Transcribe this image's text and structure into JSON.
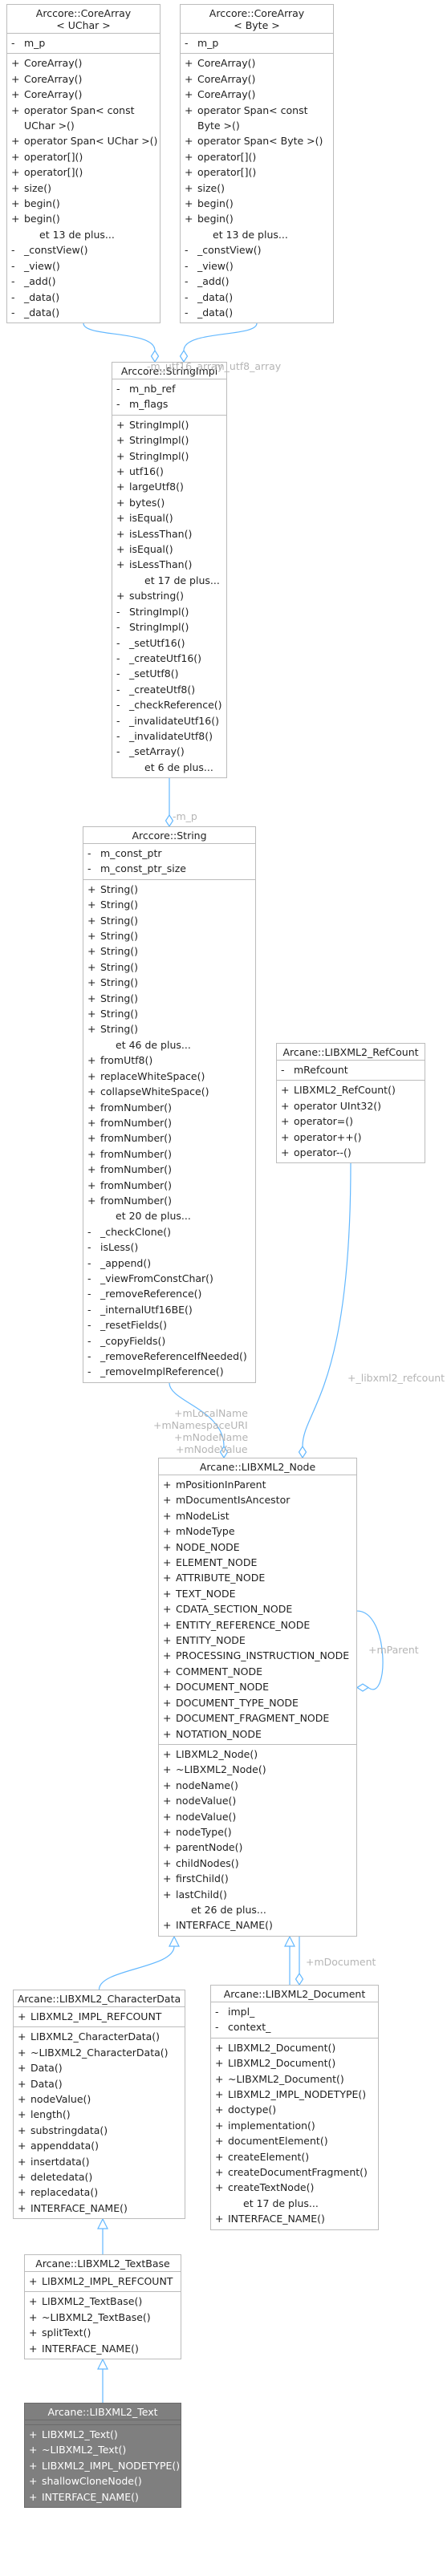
{
  "classes": {
    "corearray_uchar": {
      "title_lines": [
        "Arccore::CoreArray",
        "< UChar >"
      ],
      "attributes": [
        [
          "-",
          "m_p"
        ]
      ],
      "methods": [
        [
          "+",
          "CoreArray()"
        ],
        [
          "+",
          "CoreArray()"
        ],
        [
          "+",
          "CoreArray()"
        ],
        [
          "+",
          "operator Span< const"
        ],
        [
          "",
          "UChar >()"
        ],
        [
          "+",
          "operator Span< UChar >()"
        ],
        [
          "+",
          "operator[]()"
        ],
        [
          "+",
          "operator[]()"
        ],
        [
          "+",
          "size()"
        ],
        [
          "+",
          "begin()"
        ],
        [
          "+",
          "begin()"
        ],
        [
          "more",
          "et 13 de plus..."
        ],
        [
          "-",
          "_constView()"
        ],
        [
          "-",
          "_view()"
        ],
        [
          "-",
          "_add()"
        ],
        [
          "-",
          "_data()"
        ],
        [
          "-",
          "_data()"
        ]
      ]
    },
    "corearray_byte": {
      "title_lines": [
        "Arccore::CoreArray",
        "< Byte >"
      ],
      "attributes": [
        [
          "-",
          "m_p"
        ]
      ],
      "methods": [
        [
          "+",
          "CoreArray()"
        ],
        [
          "+",
          "CoreArray()"
        ],
        [
          "+",
          "CoreArray()"
        ],
        [
          "+",
          "operator Span< const"
        ],
        [
          "",
          "Byte >()"
        ],
        [
          "+",
          "operator Span< Byte >()"
        ],
        [
          "+",
          "operator[]()"
        ],
        [
          "+",
          "operator[]()"
        ],
        [
          "+",
          "size()"
        ],
        [
          "+",
          "begin()"
        ],
        [
          "+",
          "begin()"
        ],
        [
          "more",
          "et 13 de plus..."
        ],
        [
          "-",
          "_constView()"
        ],
        [
          "-",
          "_view()"
        ],
        [
          "-",
          "_add()"
        ],
        [
          "-",
          "_data()"
        ],
        [
          "-",
          "_data()"
        ]
      ]
    },
    "stringimpl": {
      "title_lines": [
        "Arccore::StringImpl"
      ],
      "attributes": [
        [
          "-",
          "m_nb_ref"
        ],
        [
          "-",
          "m_flags"
        ]
      ],
      "methods": [
        [
          "+",
          "StringImpl()"
        ],
        [
          "+",
          "StringImpl()"
        ],
        [
          "+",
          "StringImpl()"
        ],
        [
          "+",
          "utf16()"
        ],
        [
          "+",
          "largeUtf8()"
        ],
        [
          "+",
          "bytes()"
        ],
        [
          "+",
          "isEqual()"
        ],
        [
          "+",
          "isLessThan()"
        ],
        [
          "+",
          "isEqual()"
        ],
        [
          "+",
          "isLessThan()"
        ],
        [
          "more",
          "et 17 de plus..."
        ],
        [
          "+",
          "substring()"
        ],
        [
          "-",
          "StringImpl()"
        ],
        [
          "-",
          "StringImpl()"
        ],
        [
          "-",
          "_setUtf16()"
        ],
        [
          "-",
          "_createUtf16()"
        ],
        [
          "-",
          "_setUtf8()"
        ],
        [
          "-",
          "_createUtf8()"
        ],
        [
          "-",
          "_checkReference()"
        ],
        [
          "-",
          "_invalidateUtf16()"
        ],
        [
          "-",
          "_invalidateUtf8()"
        ],
        [
          "-",
          "_setArray()"
        ],
        [
          "more",
          "et 6 de plus..."
        ]
      ]
    },
    "string": {
      "title_lines": [
        "Arccore::String"
      ],
      "attributes": [
        [
          "-",
          "m_const_ptr"
        ],
        [
          "-",
          "m_const_ptr_size"
        ]
      ],
      "methods": [
        [
          "+",
          "String()"
        ],
        [
          "+",
          "String()"
        ],
        [
          "+",
          "String()"
        ],
        [
          "+",
          "String()"
        ],
        [
          "+",
          "String()"
        ],
        [
          "+",
          "String()"
        ],
        [
          "+",
          "String()"
        ],
        [
          "+",
          "String()"
        ],
        [
          "+",
          "String()"
        ],
        [
          "+",
          "String()"
        ],
        [
          "more",
          "et 46 de plus..."
        ],
        [
          "+",
          "fromUtf8()"
        ],
        [
          "+",
          "replaceWhiteSpace()"
        ],
        [
          "+",
          "collapseWhiteSpace()"
        ],
        [
          "+",
          "fromNumber()"
        ],
        [
          "+",
          "fromNumber()"
        ],
        [
          "+",
          "fromNumber()"
        ],
        [
          "+",
          "fromNumber()"
        ],
        [
          "+",
          "fromNumber()"
        ],
        [
          "+",
          "fromNumber()"
        ],
        [
          "+",
          "fromNumber()"
        ],
        [
          "more",
          "et 20 de plus..."
        ],
        [
          "-",
          "_checkClone()"
        ],
        [
          "-",
          "isLess()"
        ],
        [
          "-",
          "_append()"
        ],
        [
          "-",
          "_viewFromConstChar()"
        ],
        [
          "-",
          "_removeReference()"
        ],
        [
          "-",
          "_internalUtf16BE()"
        ],
        [
          "-",
          "_resetFields()"
        ],
        [
          "-",
          "_copyFields()"
        ],
        [
          "-",
          "_removeReferenceIfNeeded()"
        ],
        [
          "-",
          "_removeImplReference()"
        ]
      ]
    },
    "refcount": {
      "title_lines": [
        "Arcane::LIBXML2_RefCount"
      ],
      "attributes": [
        [
          "-",
          "mRefcount"
        ]
      ],
      "methods": [
        [
          "+",
          "LIBXML2_RefCount()"
        ],
        [
          "+",
          "operator UInt32()"
        ],
        [
          "+",
          "operator=()"
        ],
        [
          "+",
          "operator++()"
        ],
        [
          "+",
          "operator--()"
        ]
      ]
    },
    "node": {
      "title_lines": [
        "Arcane::LIBXML2_Node"
      ],
      "attributes": [
        [
          "+",
          "mPositionInParent"
        ],
        [
          "+",
          "mDocumentIsAncestor"
        ],
        [
          "+",
          "mNodeList"
        ],
        [
          "+",
          "mNodeType"
        ],
        [
          "+",
          "NODE_NODE"
        ],
        [
          "+",
          "ELEMENT_NODE"
        ],
        [
          "+",
          "ATTRIBUTE_NODE"
        ],
        [
          "+",
          "TEXT_NODE"
        ],
        [
          "+",
          "CDATA_SECTION_NODE"
        ],
        [
          "+",
          "ENTITY_REFERENCE_NODE"
        ],
        [
          "+",
          "ENTITY_NODE"
        ],
        [
          "+",
          "PROCESSING_INSTRUCTION_NODE"
        ],
        [
          "+",
          "COMMENT_NODE"
        ],
        [
          "+",
          "DOCUMENT_NODE"
        ],
        [
          "+",
          "DOCUMENT_TYPE_NODE"
        ],
        [
          "+",
          "DOCUMENT_FRAGMENT_NODE"
        ],
        [
          "+",
          "NOTATION_NODE"
        ]
      ],
      "methods": [
        [
          "+",
          "LIBXML2_Node()"
        ],
        [
          "+",
          "~LIBXML2_Node()"
        ],
        [
          "+",
          "nodeName()"
        ],
        [
          "+",
          "nodeValue()"
        ],
        [
          "+",
          "nodeValue()"
        ],
        [
          "+",
          "nodeType()"
        ],
        [
          "+",
          "parentNode()"
        ],
        [
          "+",
          "childNodes()"
        ],
        [
          "+",
          "firstChild()"
        ],
        [
          "+",
          "lastChild()"
        ],
        [
          "more",
          "et 26 de plus..."
        ],
        [
          "+",
          "INTERFACE_NAME()"
        ]
      ]
    },
    "characterdata": {
      "title_lines": [
        "Arcane::LIBXML2_CharacterData"
      ],
      "attributes": [
        [
          "+",
          "LIBXML2_IMPL_REFCOUNT"
        ]
      ],
      "methods": [
        [
          "+",
          "LIBXML2_CharacterData()"
        ],
        [
          "+",
          "~LIBXML2_CharacterData()"
        ],
        [
          "+",
          "Data()"
        ],
        [
          "+",
          "Data()"
        ],
        [
          "+",
          "nodeValue()"
        ],
        [
          "+",
          "length()"
        ],
        [
          "+",
          "substringdata()"
        ],
        [
          "+",
          "appenddata()"
        ],
        [
          "+",
          "insertdata()"
        ],
        [
          "+",
          "deletedata()"
        ],
        [
          "+",
          "replacedata()"
        ],
        [
          "+",
          "INTERFACE_NAME()"
        ]
      ]
    },
    "document": {
      "title_lines": [
        "Arcane::LIBXML2_Document"
      ],
      "attributes": [
        [
          "-",
          "impl_"
        ],
        [
          "-",
          "context_"
        ]
      ],
      "methods": [
        [
          "+",
          "LIBXML2_Document()"
        ],
        [
          "+",
          "LIBXML2_Document()"
        ],
        [
          "+",
          "~LIBXML2_Document()"
        ],
        [
          "+",
          "LIBXML2_IMPL_NODETYPE()"
        ],
        [
          "+",
          "doctype()"
        ],
        [
          "+",
          "implementation()"
        ],
        [
          "+",
          "documentElement()"
        ],
        [
          "+",
          "createElement()"
        ],
        [
          "+",
          "createDocumentFragment()"
        ],
        [
          "+",
          "createTextNode()"
        ],
        [
          "more",
          "et 17 de plus..."
        ],
        [
          "+",
          "INTERFACE_NAME()"
        ]
      ]
    },
    "textbase": {
      "title_lines": [
        "Arcane::LIBXML2_TextBase"
      ],
      "attributes": [
        [
          "+",
          "LIBXML2_IMPL_REFCOUNT"
        ]
      ],
      "methods": [
        [
          "+",
          "LIBXML2_TextBase()"
        ],
        [
          "+",
          "~LIBXML2_TextBase()"
        ],
        [
          "+",
          "splitText()"
        ],
        [
          "+",
          "INTERFACE_NAME()"
        ]
      ]
    },
    "text": {
      "title_lines": [
        "Arcane::LIBXML2_Text"
      ],
      "attributes": [],
      "methods": [
        [
          "+",
          "LIBXML2_Text()"
        ],
        [
          "+",
          "~LIBXML2_Text()"
        ],
        [
          "+",
          "LIBXML2_IMPL_NODETYPE()"
        ],
        [
          "+",
          "shallowCloneNode()"
        ],
        [
          "+",
          "INTERFACE_NAME()"
        ]
      ]
    }
  },
  "edge_labels": {
    "utf16_array": "-m_utf16_array",
    "utf8_array": "-m_utf8_array",
    "m_p": "-m_p",
    "node_members": [
      "+mLocalName",
      "+mNamespaceURI",
      "+mNodeName",
      "+mNodeValue"
    ],
    "refcount_member": "+_libxml2_refcount",
    "parent": "+mParent",
    "document": "+mDocument"
  },
  "colors": {
    "edge": "#63b8ff",
    "border": "#bcbcbc",
    "label": "#b5b5b5",
    "highlight_fill": "#7f7f7f"
  }
}
